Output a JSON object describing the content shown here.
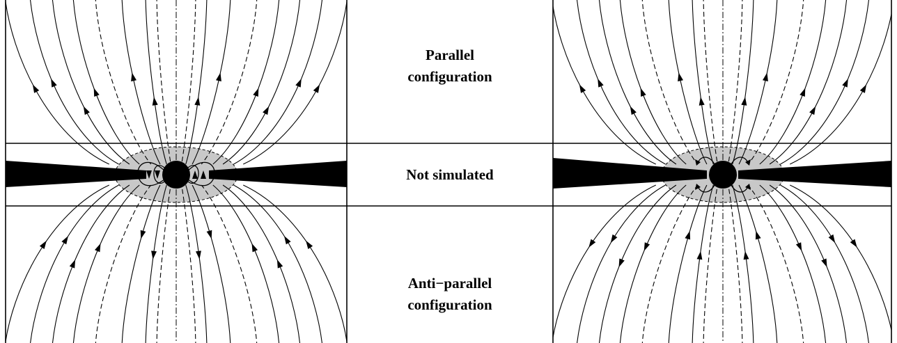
{
  "labels": {
    "parallel_line1": "Parallel",
    "parallel_line2": "configuration",
    "not_simulated": "Not simulated",
    "antiparallel_line1": "Anti−parallel",
    "antiparallel_line2": "configuration"
  },
  "colors": {
    "ink": "#000000",
    "shaded_region": "#c8c8c8",
    "background": "#ffffff"
  },
  "panels": [
    {
      "field": "parallel",
      "near_star_loops": "closed-dipole"
    },
    {
      "field": "anti-parallel",
      "near_star_loops": "small-arcs"
    }
  ]
}
